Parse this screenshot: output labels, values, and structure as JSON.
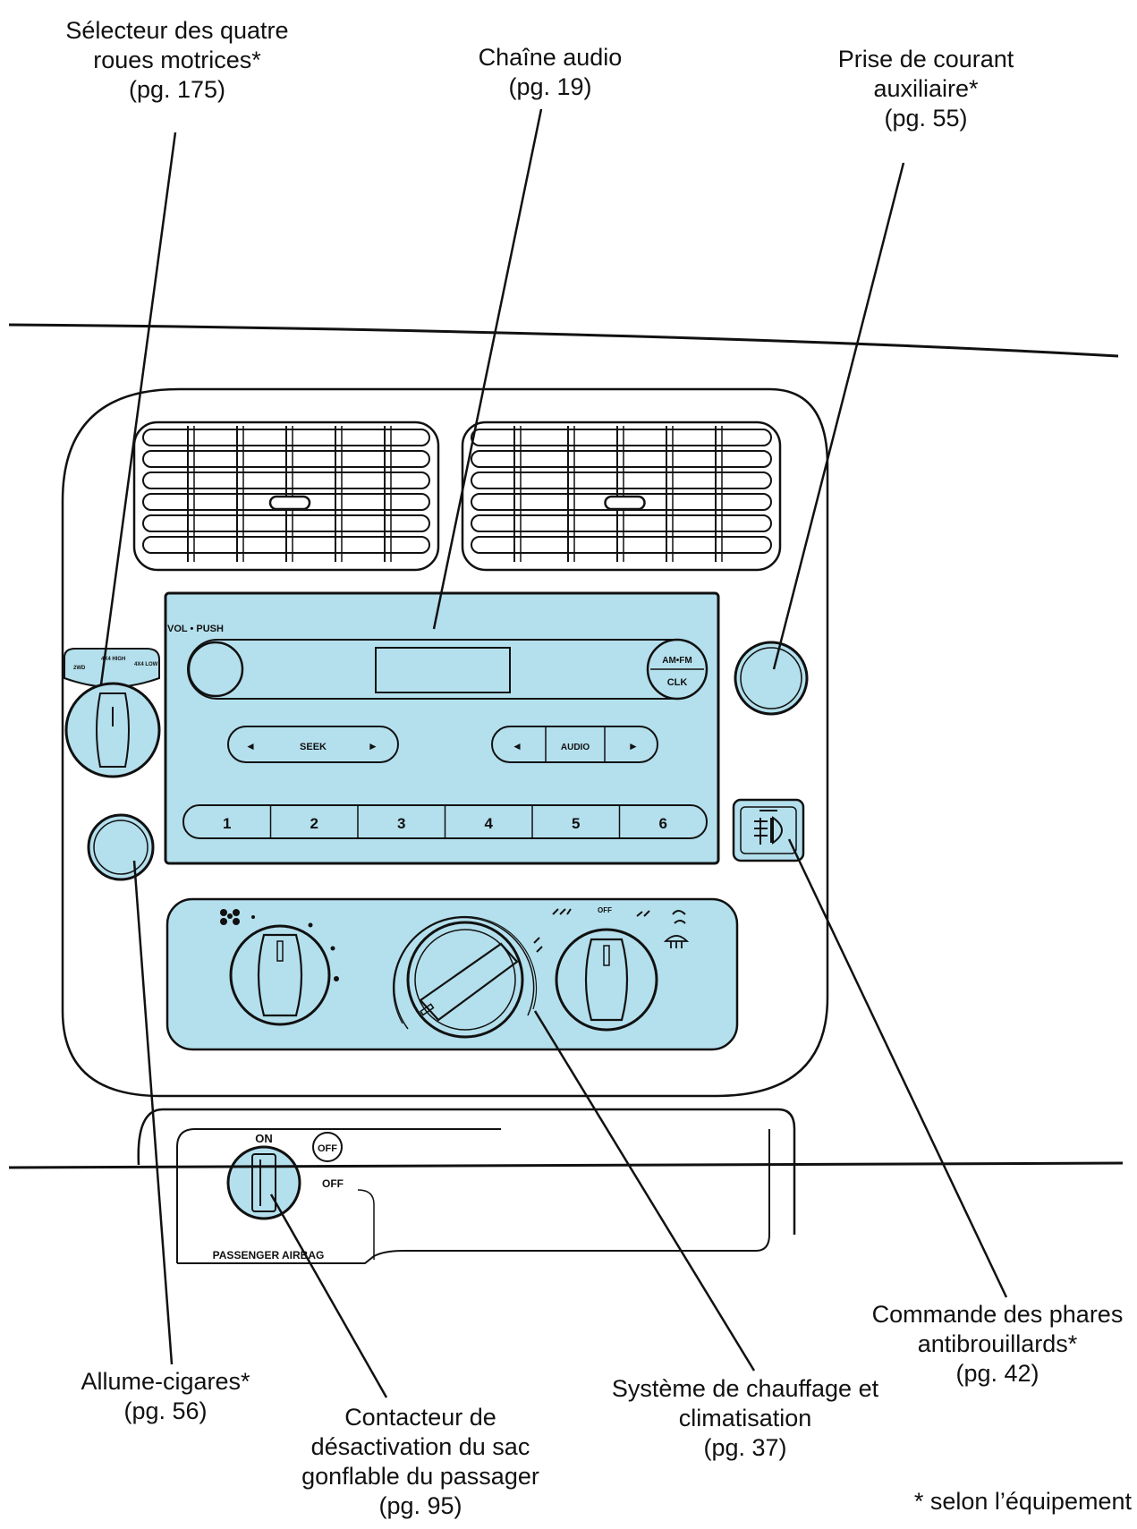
{
  "colors": {
    "panel": "#b4e0ed",
    "line": "#111111",
    "background": "#ffffff"
  },
  "callouts": {
    "four_wheel_drive": {
      "line1": "Sélecteur des quatre",
      "line2": "roues motrices*",
      "page": "(pg. 175)"
    },
    "audio": {
      "line1": "Chaîne audio",
      "page": "(pg. 19)"
    },
    "power_point": {
      "line1": "Prise de courant",
      "line2": "auxiliaire*",
      "page": "(pg. 55)"
    },
    "fog_lamps": {
      "line1": "Commande des phares",
      "line2": "antibrouillards*",
      "page": "(pg. 42)"
    },
    "lighter": {
      "line1": "Allume-cigares*",
      "page": "(pg. 56)"
    },
    "airbag_switch": {
      "line1": "Contacteur de",
      "line2": "désactivation du sac",
      "line3": "gonflable du passager",
      "page": "(pg. 95)"
    },
    "climate": {
      "line1": "Système de chauffage et",
      "line2": "climatisation",
      "page": "(pg. 37)"
    }
  },
  "footnote": "* selon l’équipement",
  "radio": {
    "vol_label": "VOL • PUSH",
    "amfm_label": "AM•FM",
    "clk_label": "CLK",
    "seek_label": "SEEK",
    "audio_label": "AUDIO",
    "arrow_left": "◄",
    "arrow_right": "►",
    "presets": [
      "1",
      "2",
      "3",
      "4",
      "5",
      "6"
    ]
  },
  "four_wd_labels": {
    "a": "2WD",
    "b": "4X4 HIGH",
    "c": "4X4 LOW"
  },
  "climate_labels": {
    "off": "OFF"
  },
  "airbag": {
    "on_label": "ON",
    "off_label": "OFF",
    "off_badge": "OFF",
    "panel_label": "PASSENGER AIRBAG"
  }
}
